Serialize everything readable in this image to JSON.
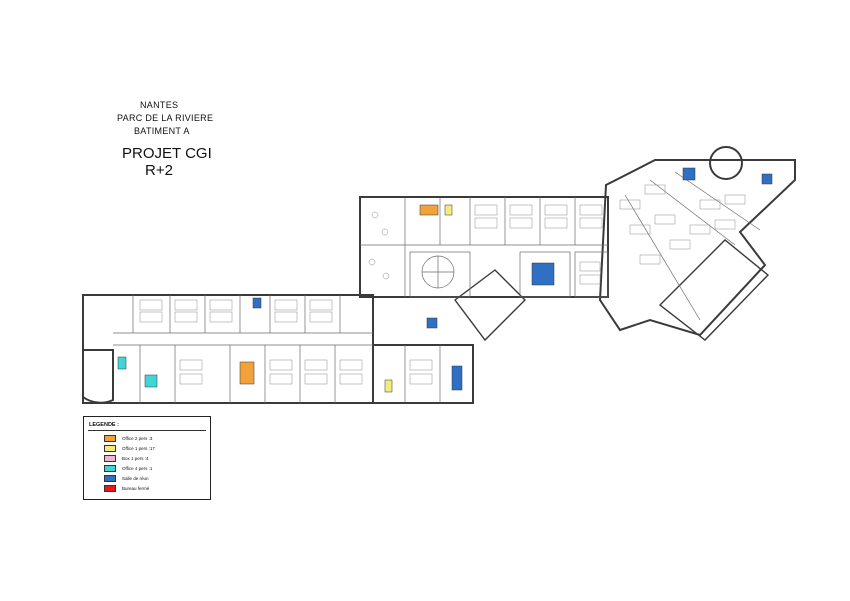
{
  "title": {
    "line1": "NANTES",
    "line2": "PARC DE LA RIVIERE",
    "line3": "BATIMENT A",
    "project": "PROJET CGI",
    "level": "R+2"
  },
  "legend": {
    "heading": "LEGENDE :",
    "items": [
      {
        "label": "Office 2 pers :3",
        "color": "#f2a23a"
      },
      {
        "label": "Office 1 pers :17",
        "color": "#f2ec7a"
      },
      {
        "label": "Box 1 pers :4",
        "color": "#f3b3c8"
      },
      {
        "label": "Office 4 pers :1",
        "color": "#3fd6d6"
      },
      {
        "label": "Salle de réun",
        "color": "#2f6fc4"
      },
      {
        "label": "Bureau fermé",
        "color": "#e01b1b"
      }
    ]
  },
  "colors": {
    "wall": "#3a3a3a",
    "line": "#6a6a6a",
    "orange": "#f2a23a",
    "yellow": "#f2ec7a",
    "cyan": "#3fd6d6",
    "blue": "#2f6fc4"
  }
}
